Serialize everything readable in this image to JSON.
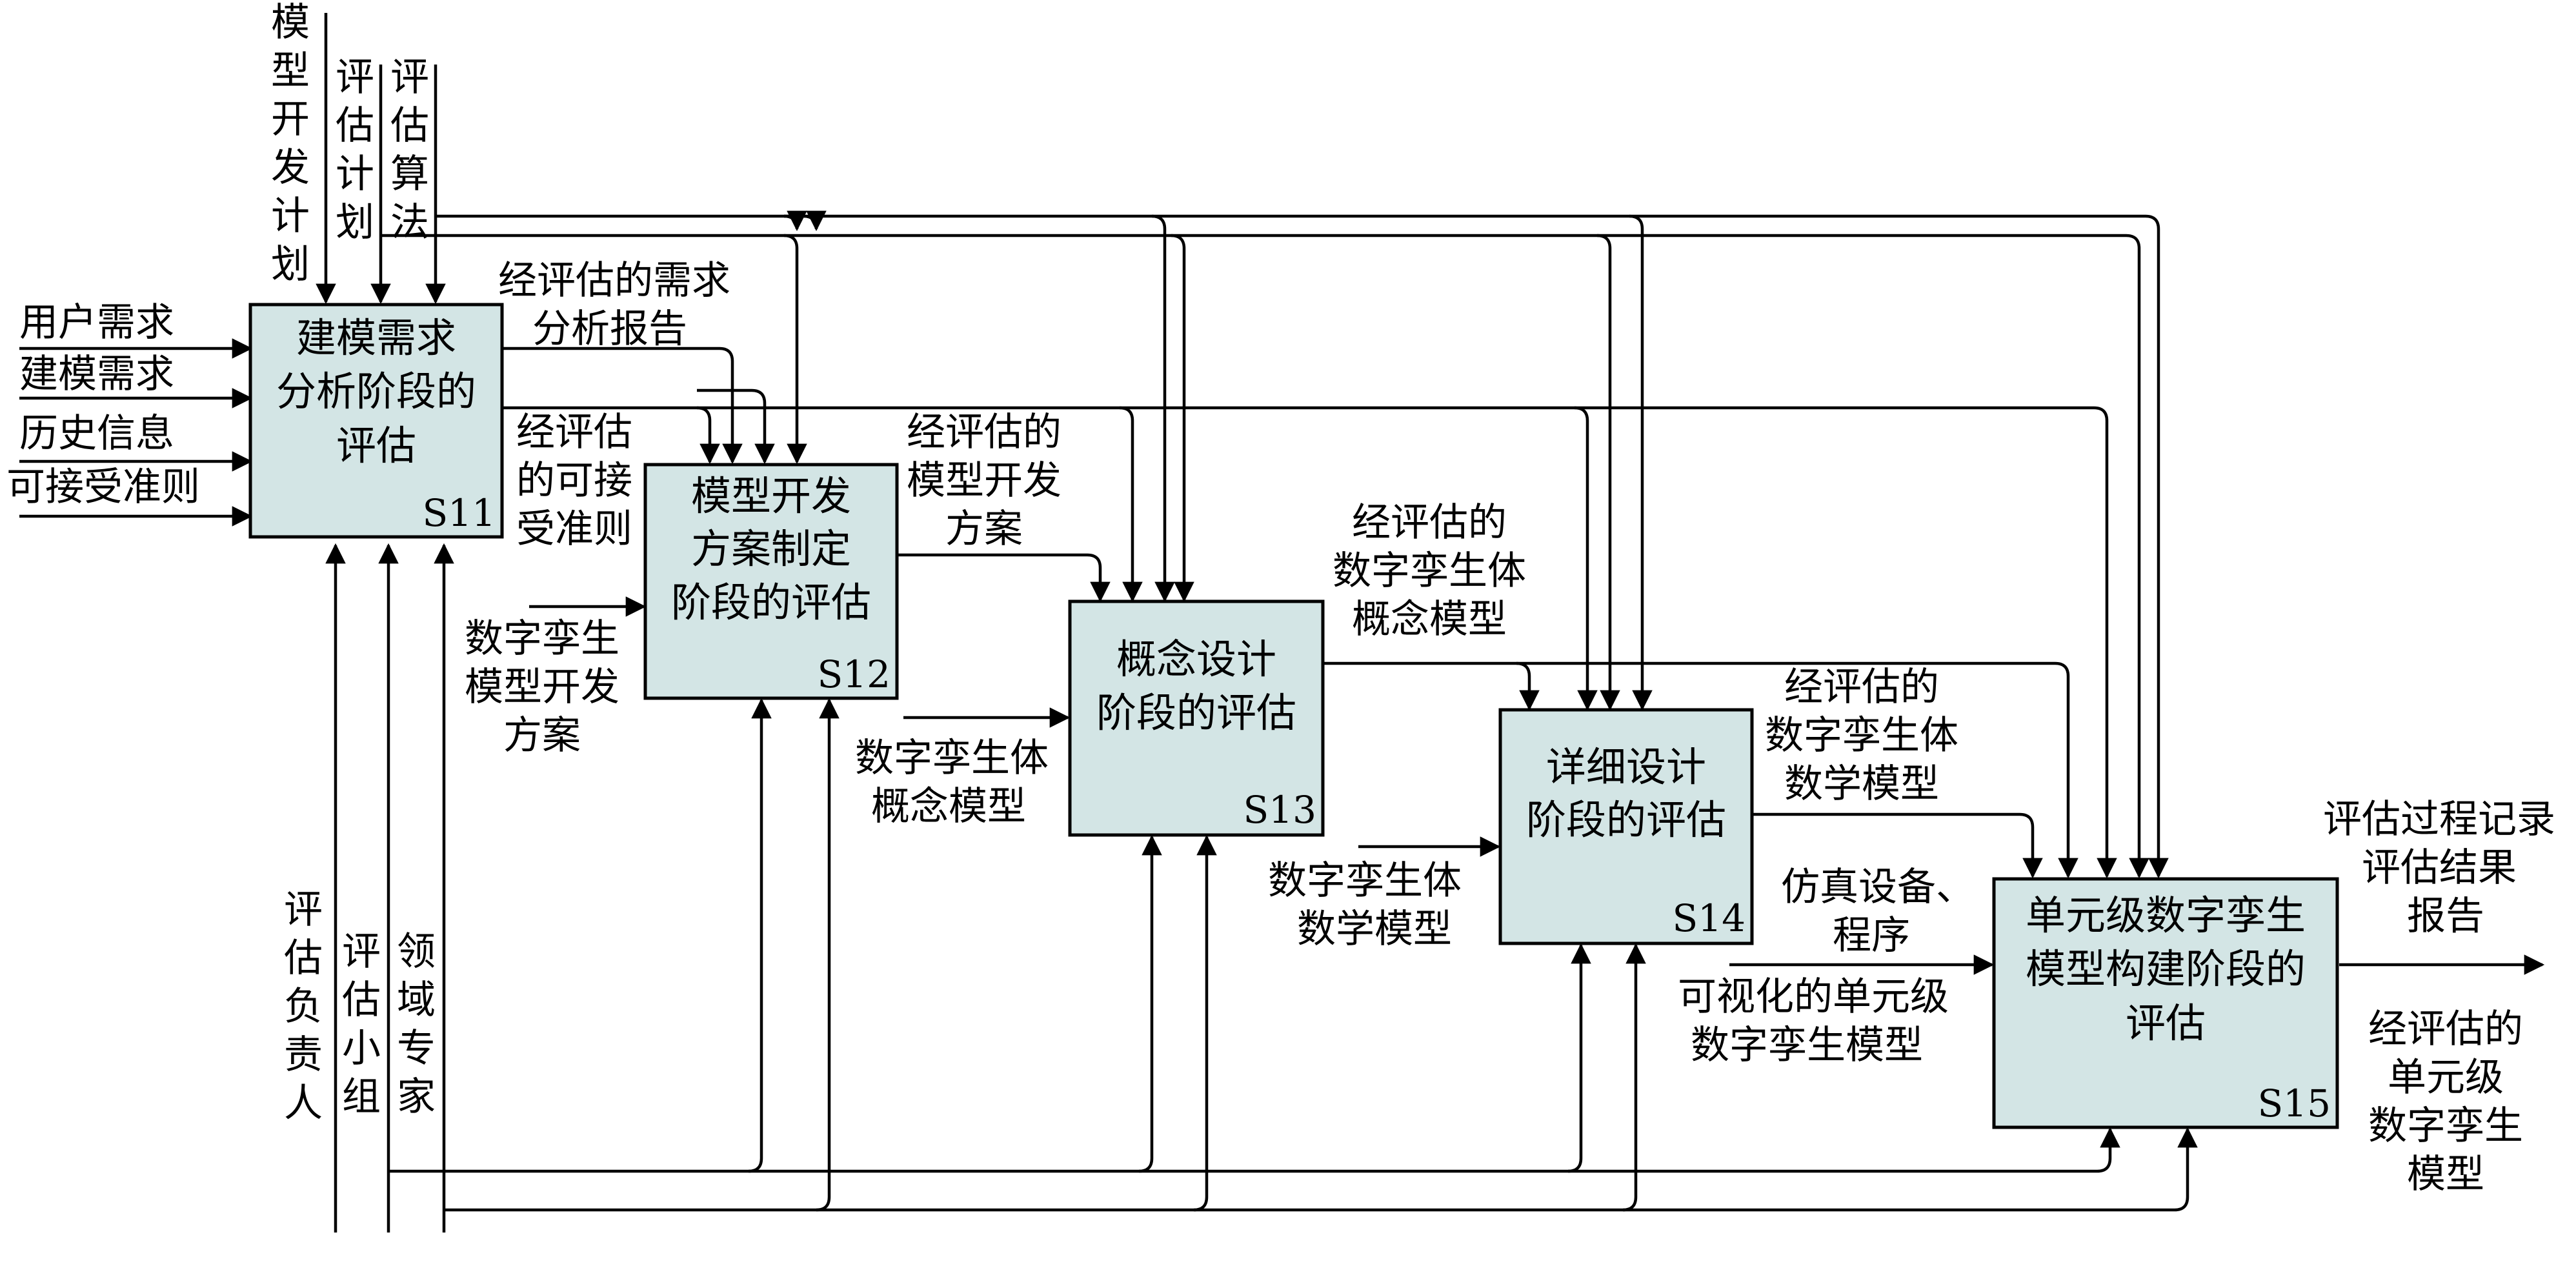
{
  "top_inputs": {
    "plan": [
      "模",
      "型",
      "开",
      "发",
      "计",
      "划"
    ],
    "eval_plan": [
      "评",
      "估",
      "计",
      "划"
    ],
    "algo": [
      "评",
      "估",
      "算",
      "法"
    ]
  },
  "left_inputs": [
    "用户需求",
    "建模需求",
    "历史信息",
    "可接受准则"
  ],
  "boxes": {
    "s11": {
      "lines": [
        "建模需求",
        "分析阶段的",
        "评估"
      ],
      "id": "S11"
    },
    "s12": {
      "lines": [
        "模型开发",
        "方案制定",
        "阶段的评估"
      ],
      "id": "S12"
    },
    "s13": {
      "lines": [
        "概念设计",
        "阶段的评估"
      ],
      "id": "S13"
    },
    "s14": {
      "lines": [
        "详细设计",
        "阶段的评估"
      ],
      "id": "S14"
    },
    "s15": {
      "lines": [
        "单元级数字孪生",
        "模型构建阶段的",
        "评估"
      ],
      "id": "S15"
    }
  },
  "labels": {
    "req_report": [
      "经评估的需求",
      "分析报告"
    ],
    "accept": [
      "经评估",
      "的可接",
      "受准则"
    ],
    "dev_plan_out": [
      "经评估的",
      "模型开发",
      "方案"
    ],
    "twin_dev_plan": [
      "数字孪生",
      "模型开发",
      "方案"
    ],
    "concept_out": [
      "经评估的",
      "数字孪生体",
      "概念模型"
    ],
    "concept_in": [
      "数字孪生体",
      "概念模型"
    ],
    "math_out": [
      "经评估的",
      "数字孪生体",
      "数学模型"
    ],
    "math_in": [
      "数字孪生体",
      "数学模型"
    ],
    "sim": [
      "仿真设备、",
      "程序"
    ],
    "visual": [
      "可视化的单元级",
      "数字孪生模型"
    ],
    "record": [
      "评估过程记录",
      "评估结果",
      "报告"
    ],
    "final": [
      "经评估的",
      "单元级",
      "数字孪生",
      "模型"
    ]
  },
  "mechanisms": {
    "leader": [
      "评",
      "估",
      "负",
      "责",
      "人"
    ],
    "group": [
      "评",
      "估",
      "小",
      "组"
    ],
    "expert": [
      "领",
      "域",
      "专",
      "家"
    ]
  }
}
